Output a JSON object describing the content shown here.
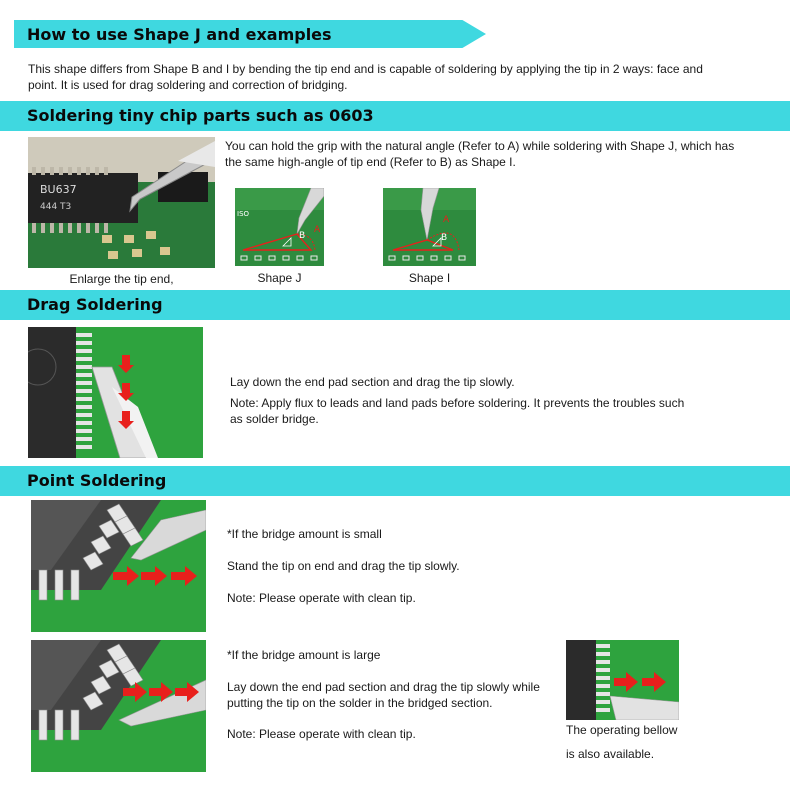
{
  "intro": {
    "title": "How to use Shape J and examples",
    "text": "This shape differs from Shape B and I by bending the tip end and is capable of soldering by applying the tip in 2 ways: face and point. It is used for drag soldering and correction of bridging."
  },
  "chip_section": {
    "title": "Soldering tiny chip parts such as 0603",
    "text": "You can hold the grip with the natural angle (Refer to A) while soldering with Shape J, which has the same high-angle of tip end (Refer to B) as Shape I.",
    "photo_labels": [
      "BU637",
      "444 T3"
    ],
    "captions": {
      "enlarge": "Enlarge the tip end,",
      "shape_j": "Shape J",
      "shape_i": "Shape I"
    },
    "diagram_labels": {
      "a": "A",
      "b": "B",
      "brand": "ISO"
    }
  },
  "drag_section": {
    "title": "Drag Soldering",
    "line1": "Lay down the end pad section and drag the tip slowly.",
    "note": "Note: Apply flux to leads and land pads before soldering. It prevents the troubles such as solder bridge."
  },
  "point_section": {
    "title": "Point Soldering",
    "small": {
      "heading": "*If the bridge amount is small",
      "text": "Stand the tip on end and drag the tip slowly.",
      "note": "Note: Please operate with clean tip."
    },
    "large": {
      "heading": "*If the bridge amount is large",
      "text": "Lay down the end pad section and drag the tip slowly while putting the tip on the solder in the bridged section.",
      "note": "Note: Please operate with clean tip."
    },
    "alt_caption1": "The operating bellow",
    "alt_caption2": "is also available."
  },
  "colors": {
    "banner": "#3fd8e0",
    "pcb_green": "#1f9e3a",
    "arrow_red": "#e8201c"
  }
}
